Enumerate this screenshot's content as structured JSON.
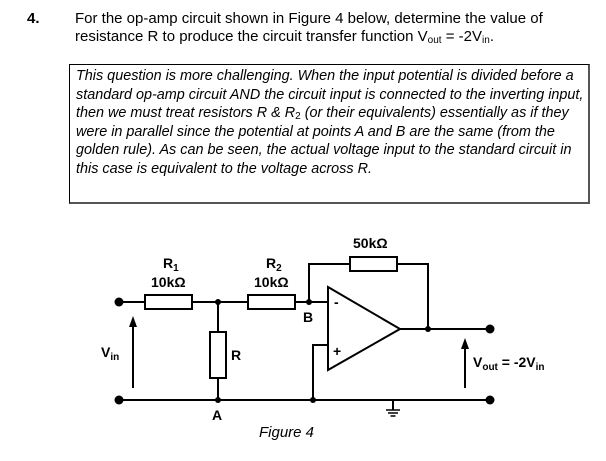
{
  "question": {
    "number": "4.",
    "text_part1": "For the op-amp circuit shown in Figure 4 below, determine the value of resistance R to produce the circuit transfer function V",
    "text_sub_out": "out",
    "text_part2": " = -2V",
    "text_sub_in": "in",
    "text_part3": "."
  },
  "note": {
    "part1": "This question is more challenging. When the input potential is divided before a standard op-amp circuit AND the circuit input is connected to the inverting input, then we must treat resistors R & R",
    "sub": "2",
    "part2": " (or their equivalents) essentially as if they were in parallel since the potential at points A and B are the same (from the golden rule). As can be seen, the actual voltage input to the standard circuit in this case is equivalent to the voltage across R."
  },
  "circuit": {
    "r1": {
      "name": "R",
      "sub": "1",
      "value": "10kΩ"
    },
    "r2": {
      "name": "R",
      "sub": "2",
      "value": "10kΩ"
    },
    "rf": {
      "value": "50kΩ"
    },
    "r": {
      "name": "R"
    },
    "node_a": "A",
    "node_b": "B",
    "opamp_minus": "-",
    "opamp_plus": "+",
    "vin": {
      "main": "V",
      "sub": "in"
    },
    "vout": {
      "main": "V",
      "sub": "out",
      "eq": " = -2V",
      "sub2": "in"
    },
    "caption": "Figure 4"
  }
}
